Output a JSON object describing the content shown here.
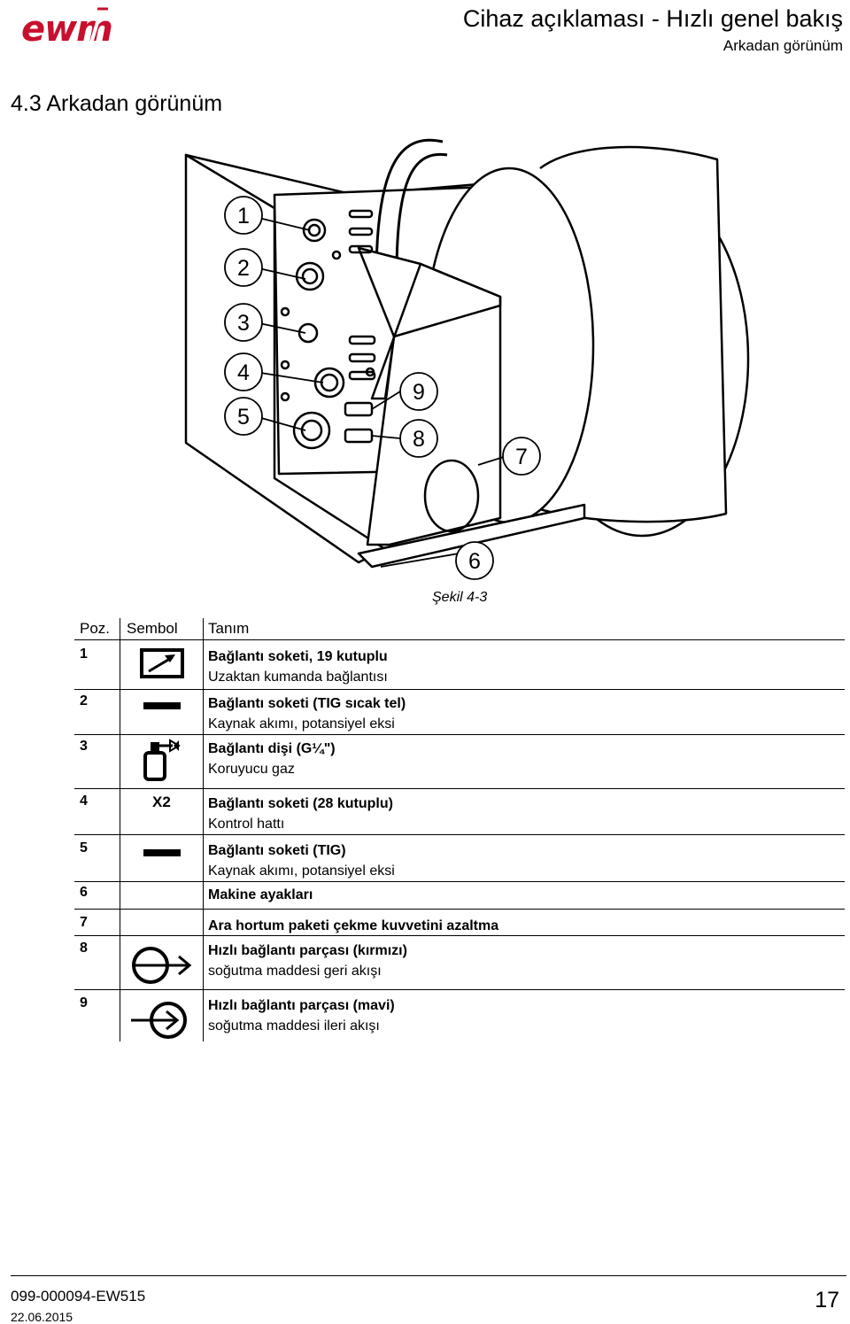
{
  "header": {
    "logo_text": "ewm",
    "title": "Cihaz açıklaması - Hızlı genel bakış",
    "subtitle": "Arkadan görünüm"
  },
  "section": {
    "title": "4.3    Arkadan görünüm"
  },
  "figure": {
    "callouts": [
      "1",
      "2",
      "3",
      "4",
      "5",
      "6",
      "7",
      "8",
      "9"
    ],
    "caption": "Şekil 4-3"
  },
  "table": {
    "headers": {
      "pos": "Poz.",
      "symbol": "Sembol",
      "description": "Tanım"
    },
    "rows": [
      {
        "pos": "1",
        "symbol_icon": "remote-control-arrow-icon",
        "title": "Bağlantı soketi, 19 kutuplu",
        "sub": "Uzaktan kumanda bağlantısı"
      },
      {
        "pos": "2",
        "symbol_icon": "minus-sign-icon",
        "title": "Bağlantı soketi (TIG sıcak tel)",
        "sub": "Kaynak akımı, potansiyel eksi"
      },
      {
        "pos": "3",
        "symbol_icon": "gas-cylinder-icon",
        "title": "Bağlantı dişi (G¼\")",
        "sub": "Koruyucu gaz"
      },
      {
        "pos": "4",
        "symbol_text": "X2",
        "title": "Bağlantı soketi (28 kutuplu)",
        "sub": "Kontrol hattı"
      },
      {
        "pos": "5",
        "symbol_icon": "minus-sign-icon",
        "title": "Bağlantı soketi (TIG)",
        "sub": "Kaynak akımı, potansiyel eksi"
      },
      {
        "pos": "6",
        "title": "Makine ayakları"
      },
      {
        "pos": "7",
        "title": "Ara hortum paketi çekme kuvvetini azaltma"
      },
      {
        "pos": "8",
        "symbol_icon": "coolant-return-icon",
        "title": "Hızlı bağlantı parçası (kırmızı)",
        "sub": "soğutma maddesi geri akışı"
      },
      {
        "pos": "9",
        "symbol_icon": "coolant-supply-icon",
        "title": "Hızlı bağlantı parçası (mavi)",
        "sub": "soğutma maddesi ileri akışı"
      }
    ]
  },
  "footer": {
    "doc_number": "099-000094-EW515",
    "date": "22.06.2015",
    "page": "17"
  }
}
